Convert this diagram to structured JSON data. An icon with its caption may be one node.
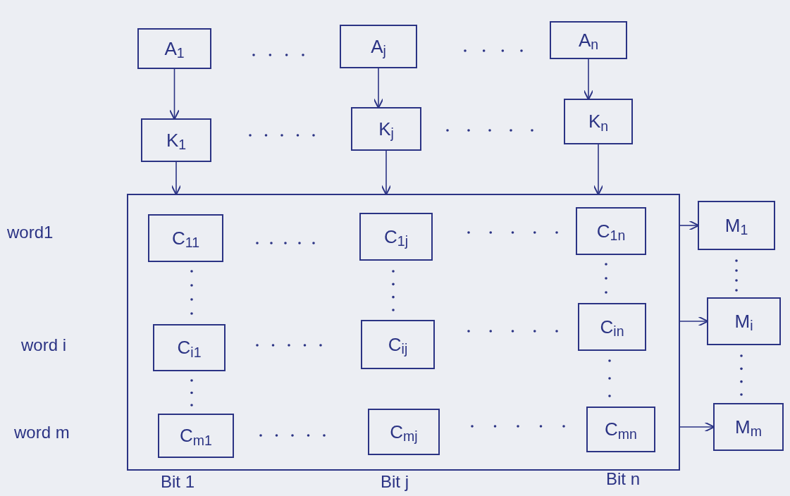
{
  "diagram": {
    "nodes": [
      {
        "text": [
          "A$_{1}$"
        ]
      },
      {
        "text": [
          "A$_{j}$"
        ]
      },
      {
        "text": [
          "A$_{n}$"
        ]
      },
      {
        "text": [
          "K$_{1}$"
        ]
      },
      {
        "text": [
          "K$_{j}$"
        ]
      },
      {
        "text": [
          "K$_{n}$"
        ]
      },
      {
        "text": [],
        "shape": "box"
      },
      {
        "text": [
          "C$_{11}$"
        ],
        "in": 6
      },
      {
        "text": [
          "C$_{1j}$"
        ],
        "in": 6
      },
      {
        "text": [
          "C$_{1n}$"
        ],
        "in": 6
      },
      {
        "text": [
          "C$_{i1}$"
        ],
        "in": 6
      },
      {
        "text": [
          "C$_{ij}$"
        ],
        "in": 6
      },
      {
        "text": [
          "C$_{in}$"
        ],
        "in": 6
      },
      {
        "text": [
          "C$_{m1}$"
        ],
        "in": 6
      },
      {
        "text": [
          "C$_{mj}$"
        ],
        "in": 6
      },
      {
        "text": [
          "C$_{mn}$"
        ],
        "in": 6
      },
      {
        "text": [
          "M$_{1}$"
        ]
      },
      {
        "text": [
          "M$_{i}$"
        ]
      },
      {
        "text": [
          "M$_{m}$"
        ]
      }
    ],
    "edges": [
      {
        "from": 0,
        "to": 3,
        "arrow": "to"
      },
      {
        "from": 1,
        "to": 4,
        "arrow": "to"
      },
      {
        "from": 2,
        "to": 5,
        "arrow": "to"
      },
      {
        "from": 3,
        "to": 6,
        "arrow": "to"
      },
      {
        "from": 4,
        "to": 6,
        "arrow": "to"
      },
      {
        "from": 5,
        "to": 6,
        "arrow": "to"
      },
      {
        "from": 6,
        "to": 16,
        "arrow": "to"
      },
      {
        "from": 6,
        "to": 17,
        "arrow": "to"
      },
      {
        "from": 6,
        "to": 18,
        "arrow": "to"
      }
    ],
    "labels": [
      "word1",
      "word i",
      "word m",
      "Bit 1",
      "Bit j",
      "Bit n"
    ]
  }
}
